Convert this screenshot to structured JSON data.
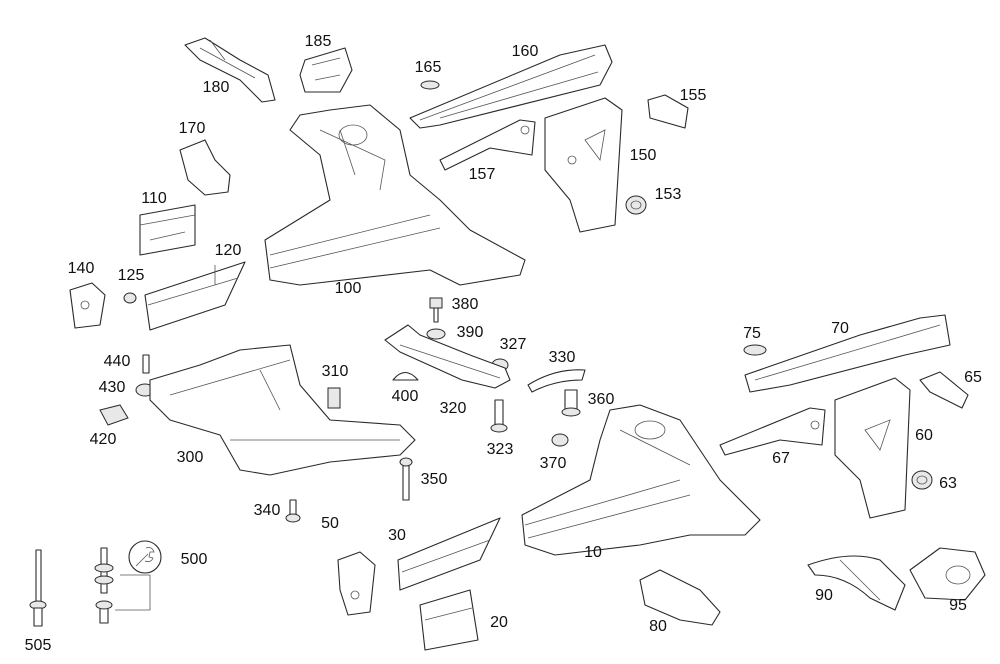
{
  "diagram": {
    "type": "exploded parts diagram",
    "line_color": "#2a2a2a",
    "background": "#ffffff",
    "labels": [
      "185",
      "180",
      "165",
      "160",
      "155",
      "170",
      "150",
      "157",
      "153",
      "110",
      "120",
      "140",
      "125",
      "100",
      "380",
      "390",
      "327",
      "330",
      "75",
      "70",
      "65",
      "440",
      "430",
      "420",
      "310",
      "400",
      "320",
      "360",
      "323",
      "370",
      "300",
      "350",
      "60",
      "67",
      "63",
      "340",
      "50",
      "30",
      "10",
      "500",
      "90",
      "95",
      "80",
      "20",
      "505"
    ],
    "icons": [
      "wrench-icon"
    ]
  }
}
